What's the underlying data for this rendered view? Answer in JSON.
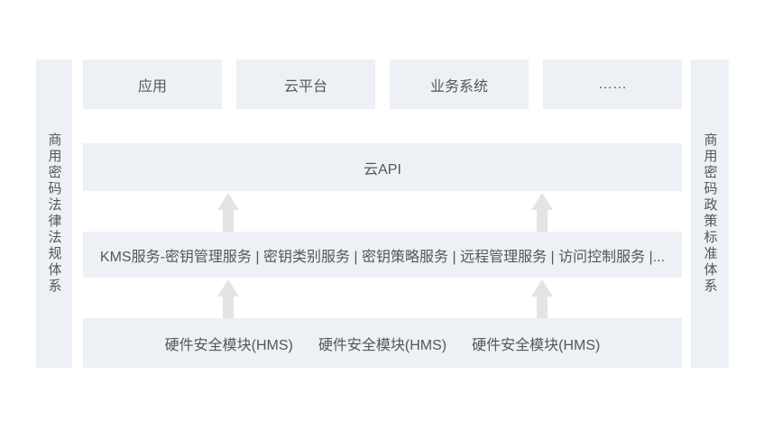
{
  "colors": {
    "box_fill": "#edf1f6",
    "arrow_fill": "#e4e4e5",
    "text": "#55565a",
    "background": "#ffffff"
  },
  "left_sidebar": {
    "label": "商用密码法律法规体系"
  },
  "right_sidebar": {
    "label": "商用密码政策标准体系"
  },
  "top_row": {
    "items": [
      {
        "label": "应用"
      },
      {
        "label": "云平台"
      },
      {
        "label": "业务系统"
      },
      {
        "label": "……"
      }
    ]
  },
  "api_layer": {
    "label": "云API"
  },
  "kms_layer": {
    "label": "KMS服务-密钥管理服务 | 密钥类别服务 | 密钥策略服务 | 远程管理服务 | 访问控制服务 |..."
  },
  "hsm_layer": {
    "modules": [
      {
        "label": "硬件安全模块(HMS)"
      },
      {
        "label": "硬件安全模块(HMS)"
      },
      {
        "label": "硬件安全模块(HMS)"
      }
    ]
  }
}
